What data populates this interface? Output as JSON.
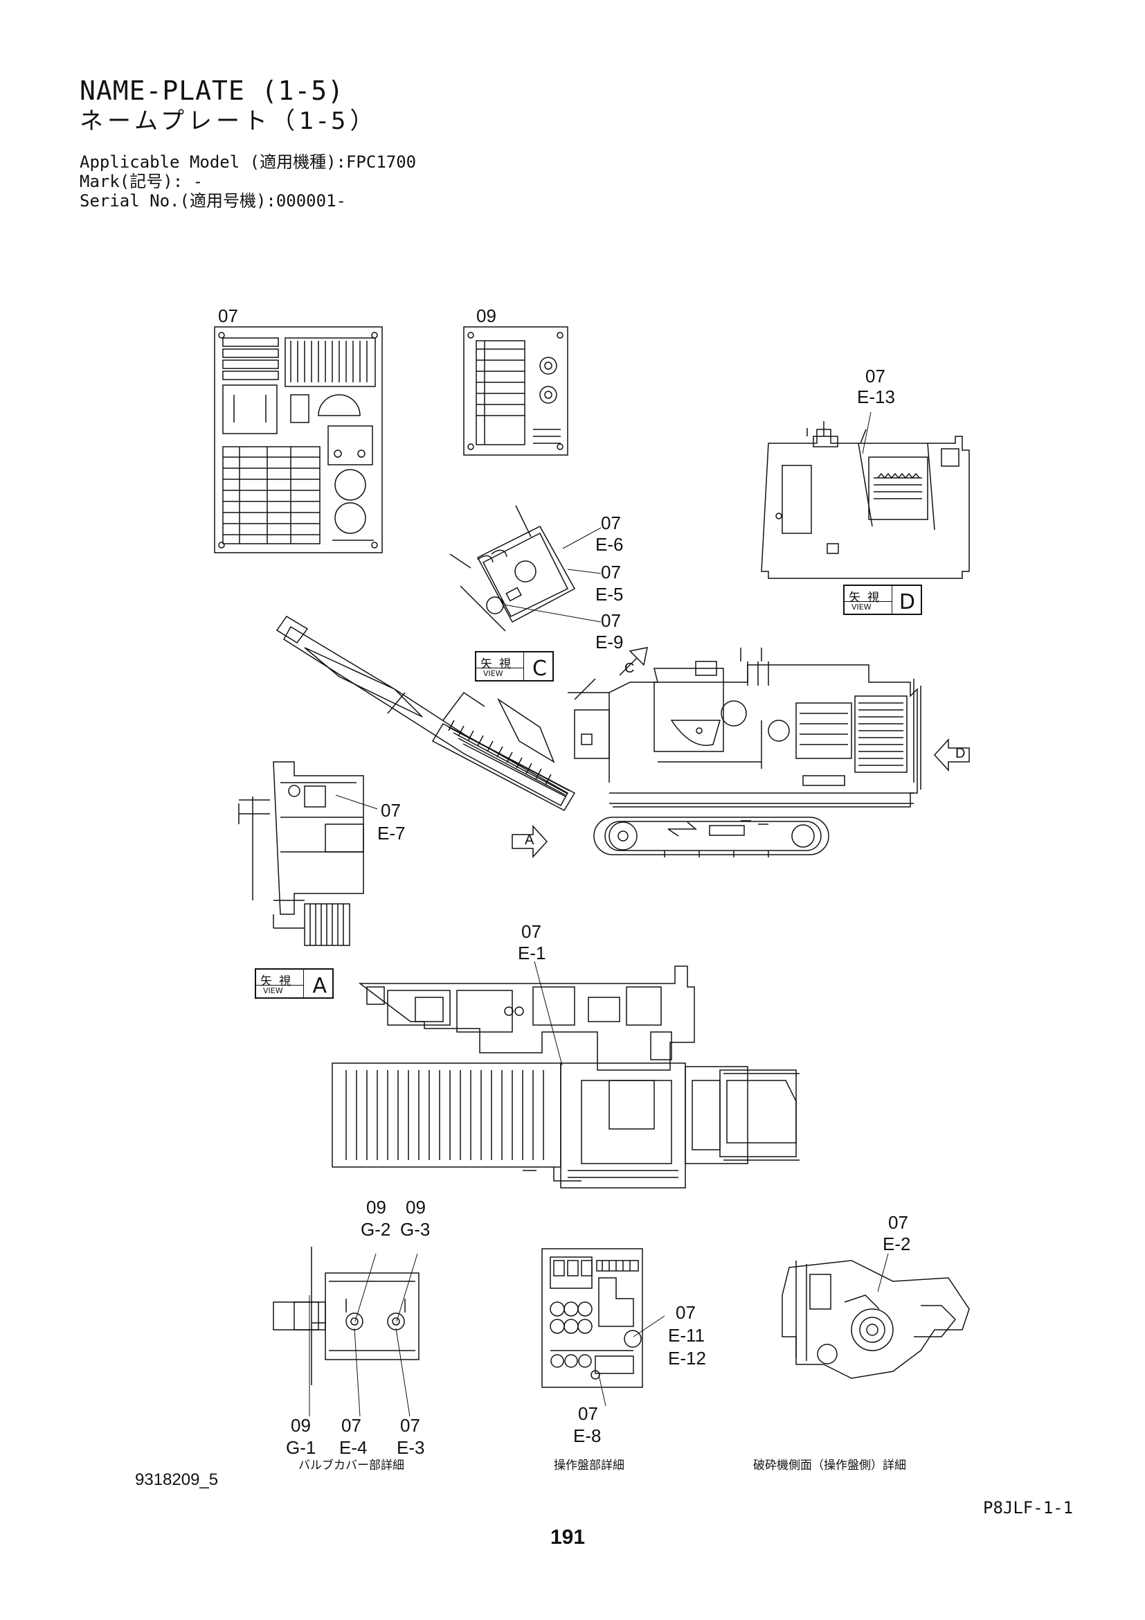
{
  "header": {
    "title": "NAME-PLATE (1-5)",
    "subtitle": "ネームプレート（1-5）",
    "model_line": "Applicable Model (適用機種):FPC1700",
    "mark_line": "Mark(記号): -",
    "serial_line": "Serial No.(適用号機):000001-"
  },
  "plates": {
    "plate_07_label": "07",
    "plate_09_label": "09"
  },
  "callouts": [
    {
      "id": "e13",
      "num": "07",
      "code": "E-13"
    },
    {
      "id": "e6",
      "num": "07",
      "code": "E-6"
    },
    {
      "id": "e5",
      "num": "07",
      "code": "E-5"
    },
    {
      "id": "e9",
      "num": "07",
      "code": "E-9"
    },
    {
      "id": "e7",
      "num": "07",
      "code": "E-7"
    },
    {
      "id": "e1",
      "num": "07",
      "code": "E-1"
    },
    {
      "id": "g2",
      "num": "09",
      "code": "G-2"
    },
    {
      "id": "g3",
      "num": "09",
      "code": "G-3"
    },
    {
      "id": "e2",
      "num": "07",
      "code": "E-2"
    },
    {
      "id": "e11",
      "num": "07",
      "code": "E-11"
    },
    {
      "id": "e12",
      "code": "E-12"
    },
    {
      "id": "e8",
      "num": "07",
      "code": "E-8"
    },
    {
      "id": "g1",
      "num": "09",
      "code": "G-1"
    },
    {
      "id": "e4",
      "num": "07",
      "code": "E-4"
    },
    {
      "id": "e3",
      "num": "07",
      "code": "E-3"
    }
  ],
  "views": {
    "kanji": "矢視",
    "view_word": "VIEW",
    "letters": {
      "a": "A",
      "c": "C",
      "d": "D"
    }
  },
  "arrows": {
    "a": "A",
    "c": "C",
    "d": "D"
  },
  "captions": {
    "valve_cover": "バルブカバー部詳細",
    "control_panel": "操作盤部詳細",
    "crusher_side": "破砕機側面（操作盤側）詳細"
  },
  "footer": {
    "drawing_no": "9318209_5",
    "sheet_code": "P8JLF-1-1",
    "page_number": "191"
  }
}
